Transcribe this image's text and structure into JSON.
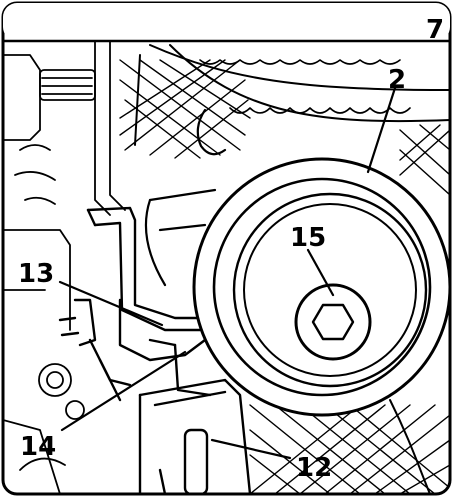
{
  "figure": {
    "step_number": "7",
    "callouts": [
      {
        "label": "2",
        "part": "tensioner-pulley"
      },
      {
        "label": "15",
        "part": "pulley-hex-bolt"
      },
      {
        "label": "13",
        "part": "tensioner-bracket-pin"
      },
      {
        "label": "14",
        "part": "tensioner-arm"
      },
      {
        "label": "12",
        "part": "timing-cover-housing"
      }
    ]
  }
}
